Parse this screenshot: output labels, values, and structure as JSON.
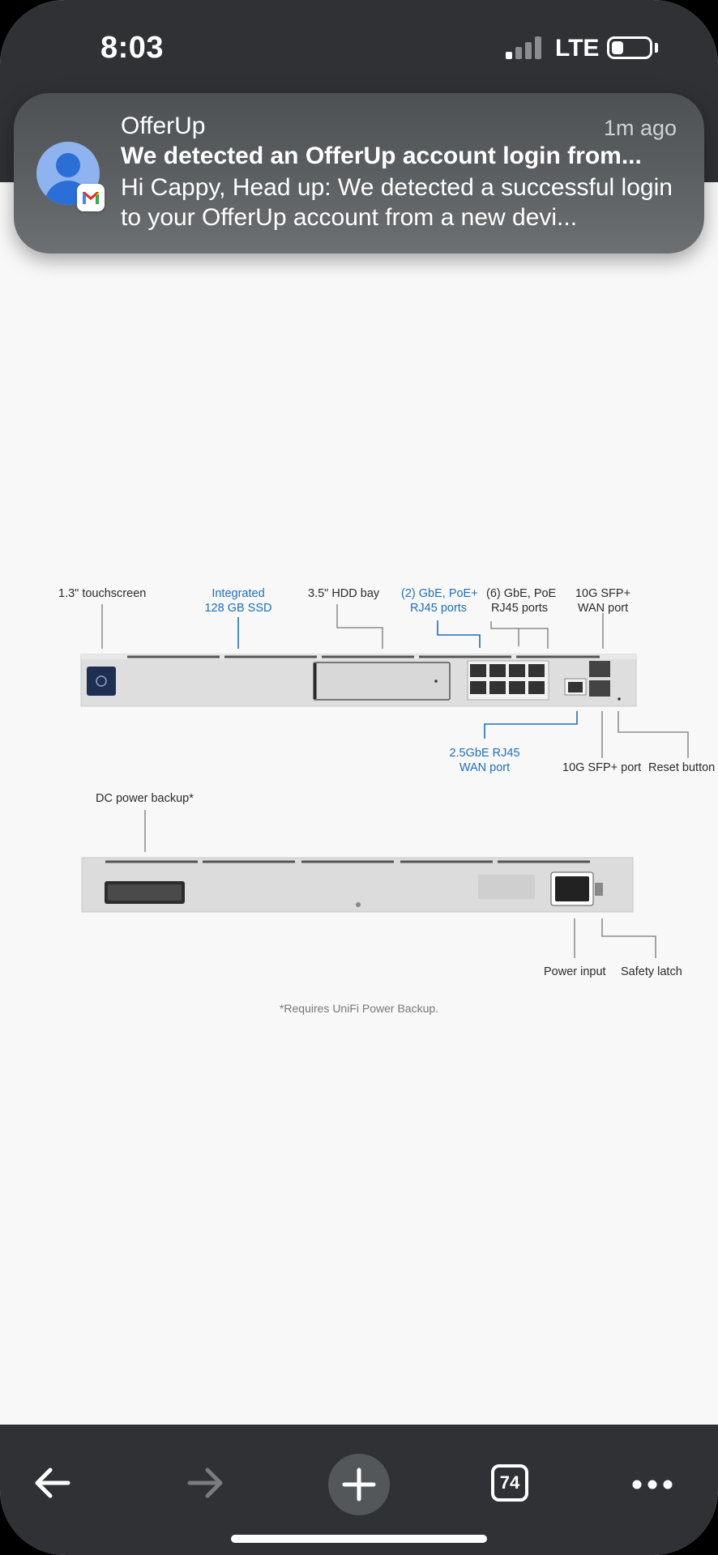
{
  "status_bar": {
    "time": "8:03",
    "network": "LTE"
  },
  "notification": {
    "app": "OfferUp",
    "time": "1m ago",
    "title": "We detected an OfferUp account login from...",
    "body": "Hi Cappy, Head up: We detected a successful login to your OfferUp account from a new devi..."
  },
  "diagram": {
    "front_labels": {
      "touchscreen": "1.3\" touchscreen",
      "ssd_line1": "Integrated",
      "ssd_line2": "128 GB SSD",
      "hdd": "3.5\" HDD bay",
      "poe_plus_line1": "(2) GbE, PoE+",
      "poe_plus_line2": "RJ45 ports",
      "poe_line1": "(6) GbE, PoE",
      "poe_line2": "RJ45 ports",
      "sfp_wan_line1": "10G SFP+",
      "sfp_wan_line2": "WAN port",
      "wan25_line1": "2.5GbE RJ45",
      "wan25_line2": "WAN port",
      "sfp_port": "10G SFP+ port",
      "reset": "Reset button"
    },
    "rear_labels": {
      "dc_backup": "DC power backup*",
      "power_input": "Power input",
      "safety_latch": "Safety latch"
    },
    "footnote": "*Requires UniFi Power Backup."
  },
  "bottom_bar": {
    "tabs_count": "74"
  },
  "colors": {
    "accent_blue": "#1f6dbb",
    "bar_bg": "#2f3134"
  }
}
